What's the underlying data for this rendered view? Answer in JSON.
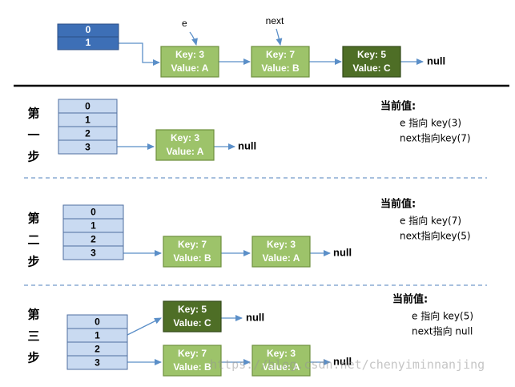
{
  "colors": {
    "table_top": "#3d6fb6",
    "table_cell": "#c9daf1",
    "node_light": "#9dc36a",
    "node_dark": "#4e6e26",
    "node_border": "#6e8f3e",
    "arrow": "#5b8fc8",
    "divider": "#000000",
    "dashed": "#4f81bd"
  },
  "top": {
    "table": [
      "0",
      "1"
    ],
    "label_e": "e",
    "label_next": "next",
    "nodes": [
      {
        "key": "Key: 3",
        "value": "Value: A",
        "dark": false
      },
      {
        "key": "Key: 7",
        "value": "Value: B",
        "dark": false
      },
      {
        "key": "Key: 5",
        "value": "Value: C",
        "dark": true
      }
    ],
    "null": "null"
  },
  "step1": {
    "label": [
      "第",
      "一",
      "步"
    ],
    "table": [
      "0",
      "1",
      "2",
      "3"
    ],
    "nodes": [
      {
        "key": "Key: 3",
        "value": "Value: A",
        "dark": false
      }
    ],
    "null": "null",
    "info": {
      "title": "当前值:",
      "line1": "e 指向 key(3)",
      "line2": "next指向key(7)"
    }
  },
  "step2": {
    "label": [
      "第",
      "二",
      "步"
    ],
    "table": [
      "0",
      "1",
      "2",
      "3"
    ],
    "nodes": [
      {
        "key": "Key: 7",
        "value": "Value: B",
        "dark": false
      },
      {
        "key": "Key: 3",
        "value": "Value: A",
        "dark": false
      }
    ],
    "null": "null",
    "info": {
      "title": "当前值:",
      "line1": "e 指向 key(7)",
      "line2": "next指向key(5)"
    }
  },
  "step3": {
    "label": [
      "第",
      "三",
      "步"
    ],
    "table": [
      "0",
      "1",
      "2",
      "3"
    ],
    "nodes_top": [
      {
        "key": "Key: 5",
        "value": "Value: C",
        "dark": true
      }
    ],
    "null_top": "null",
    "nodes_bottom": [
      {
        "key": "Key: 7",
        "value": "Value: B",
        "dark": false
      },
      {
        "key": "Key: 3",
        "value": "Value: A",
        "dark": false
      }
    ],
    "null_bottom": "null",
    "info": {
      "title": "当前值:",
      "line1": "e 指向 key(5)",
      "line2": "next指向 null"
    }
  },
  "watermark": "https://blog.csdn.net/chenyiminnanjing"
}
